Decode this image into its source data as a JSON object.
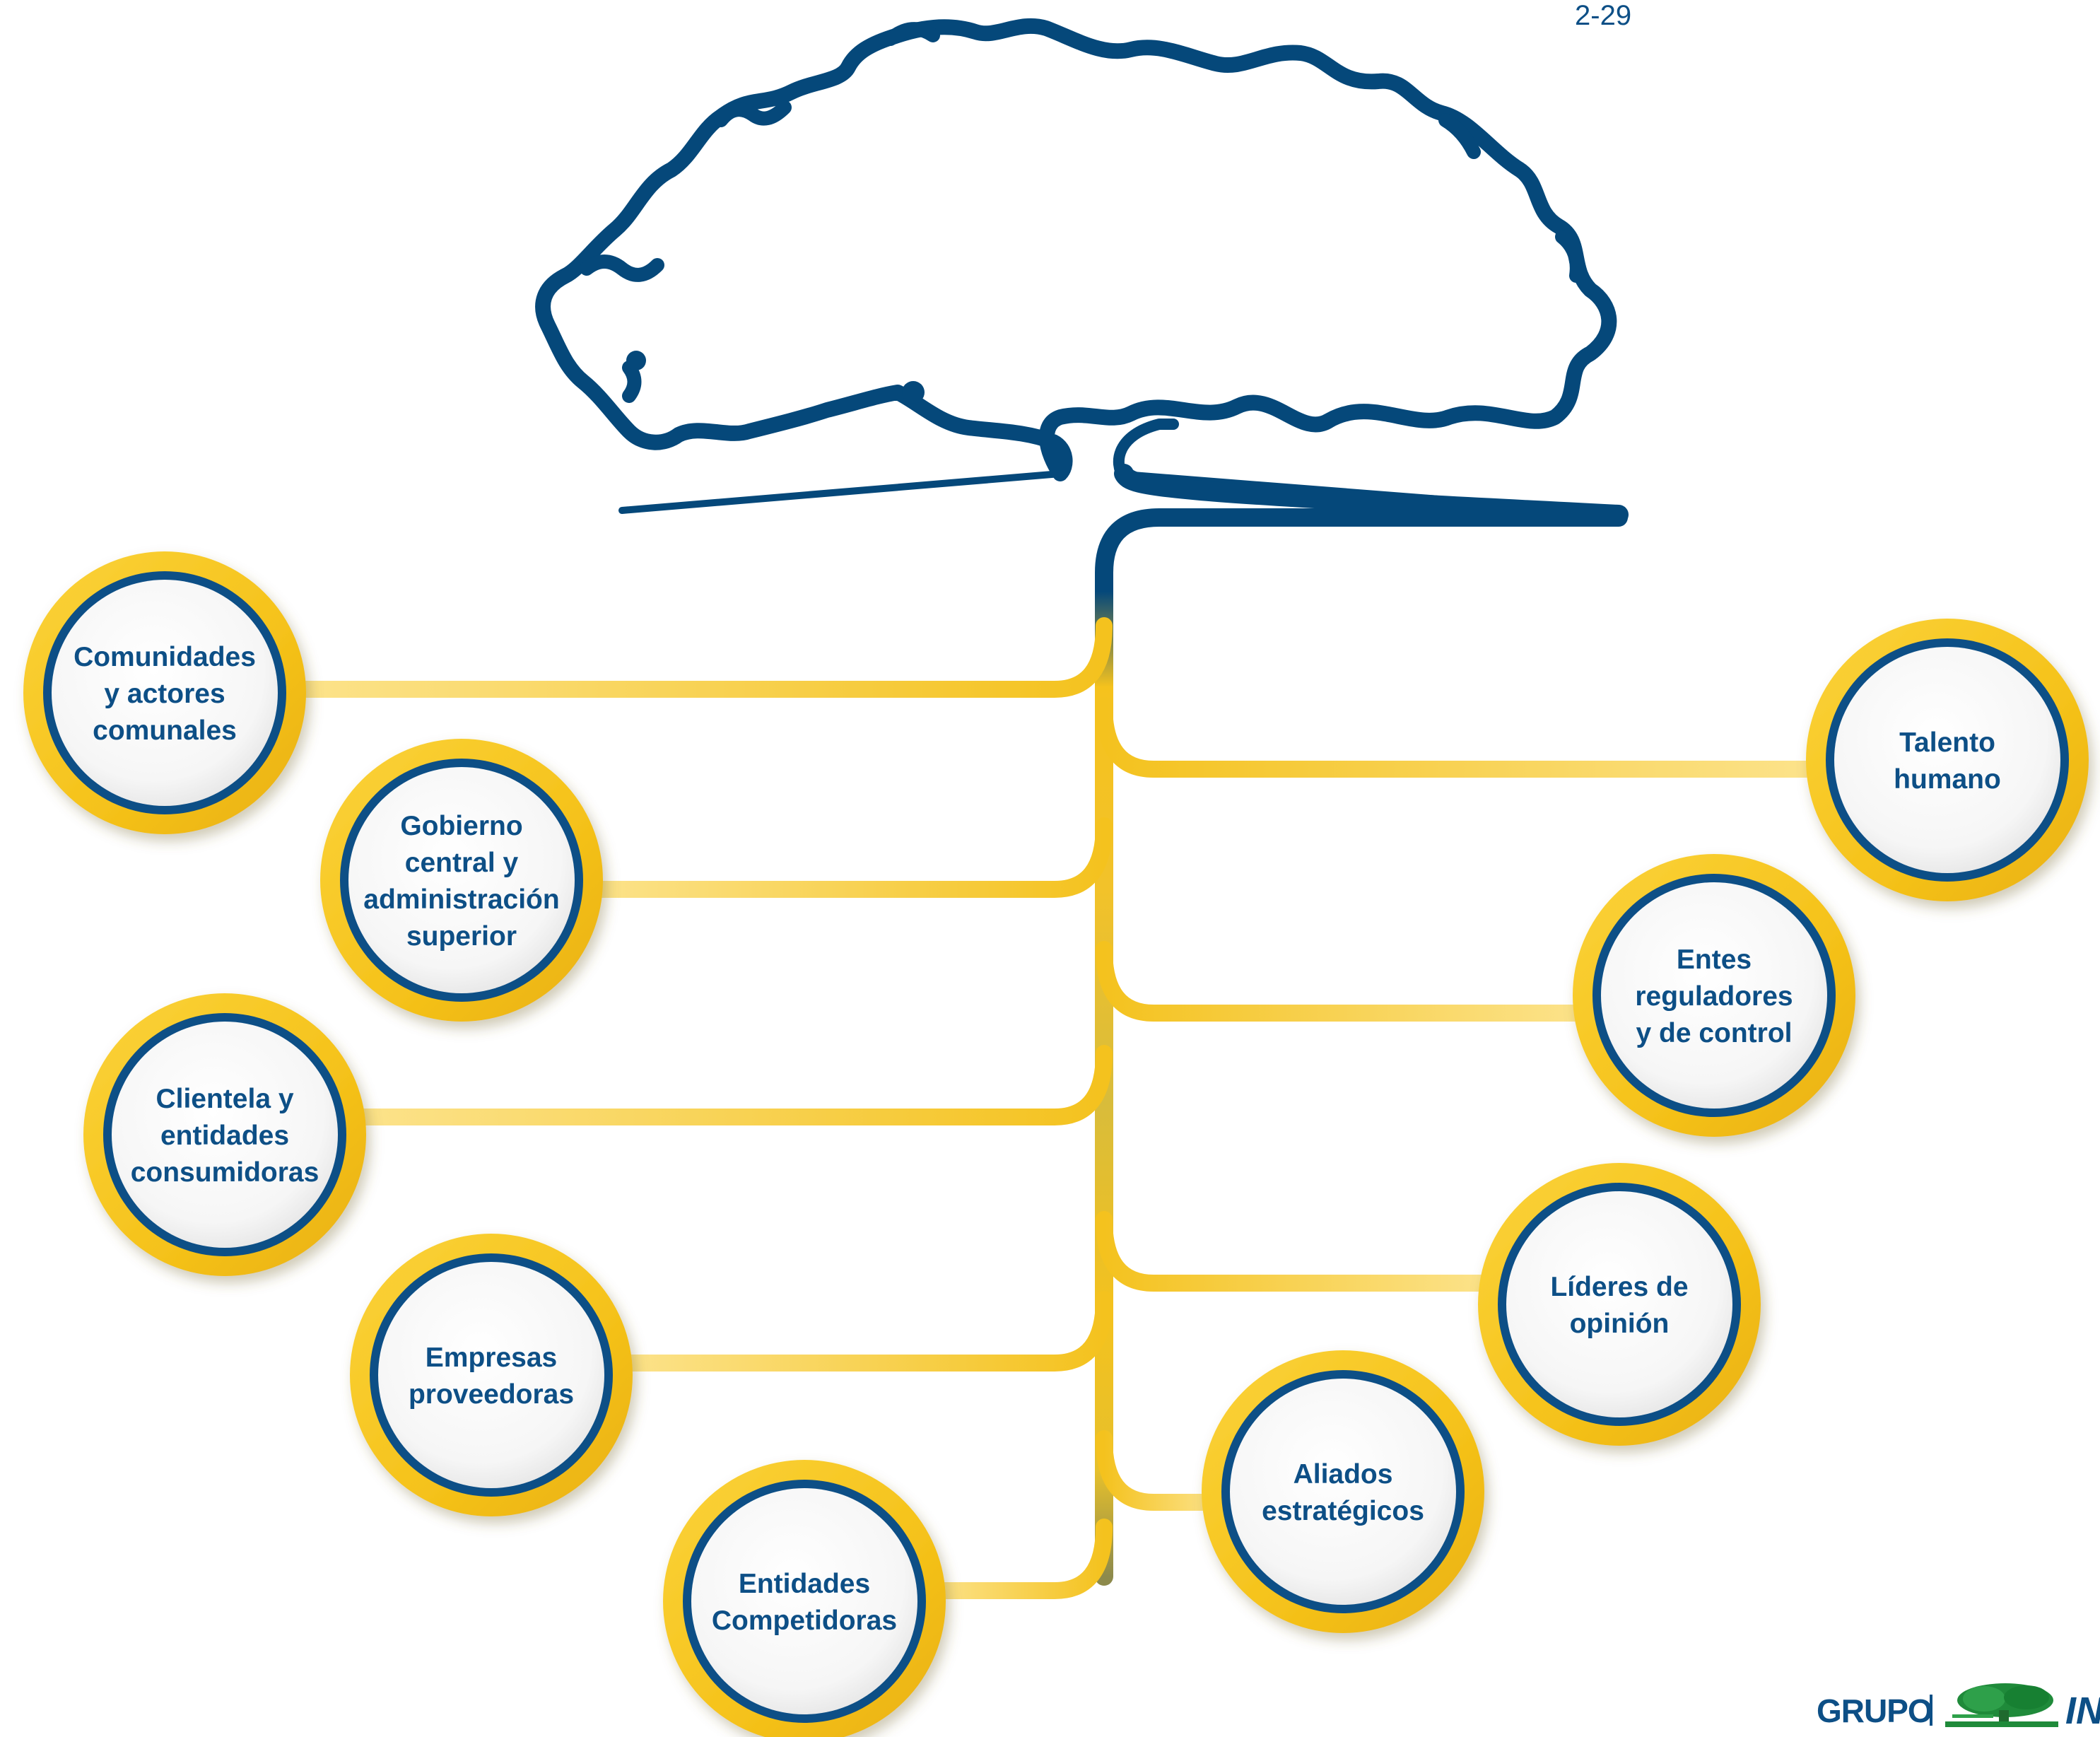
{
  "header": {
    "gri_code": "2-29"
  },
  "colors": {
    "navy": "#0d4f86",
    "trunk_navy": "#05487a",
    "gold": "#f7c21c",
    "gold_light": "#fbdc6a",
    "node_fill": "#f4f4f4",
    "logo_green": "#1f8a3a"
  },
  "stakeholders": {
    "left": [
      {
        "name": "comunidades",
        "lines": [
          "Comunidades",
          "y actores",
          "comunales"
        ]
      },
      {
        "name": "gobierno",
        "lines": [
          "Gobierno",
          "central y",
          "administración",
          "superior"
        ]
      },
      {
        "name": "clientela",
        "lines": [
          "Clientela y",
          "entidades",
          "consumidoras"
        ]
      },
      {
        "name": "empresas",
        "lines": [
          "Empresas",
          "proveedoras"
        ]
      },
      {
        "name": "entidades",
        "lines": [
          "Entidades",
          "Competidoras"
        ]
      }
    ],
    "right": [
      {
        "name": "talento",
        "lines": [
          "Talento",
          "humano"
        ]
      },
      {
        "name": "entes",
        "lines": [
          "Entes",
          "reguladores",
          "y de control"
        ]
      },
      {
        "name": "lideres",
        "lines": [
          "Líderes de",
          "opinión"
        ]
      },
      {
        "name": "aliados",
        "lines": [
          "Aliados",
          "estratégicos"
        ]
      }
    ]
  },
  "footer": {
    "logo_word": "GRUPO",
    "logo_brand": "INS",
    "logo_icon": "tree-logo-icon"
  }
}
